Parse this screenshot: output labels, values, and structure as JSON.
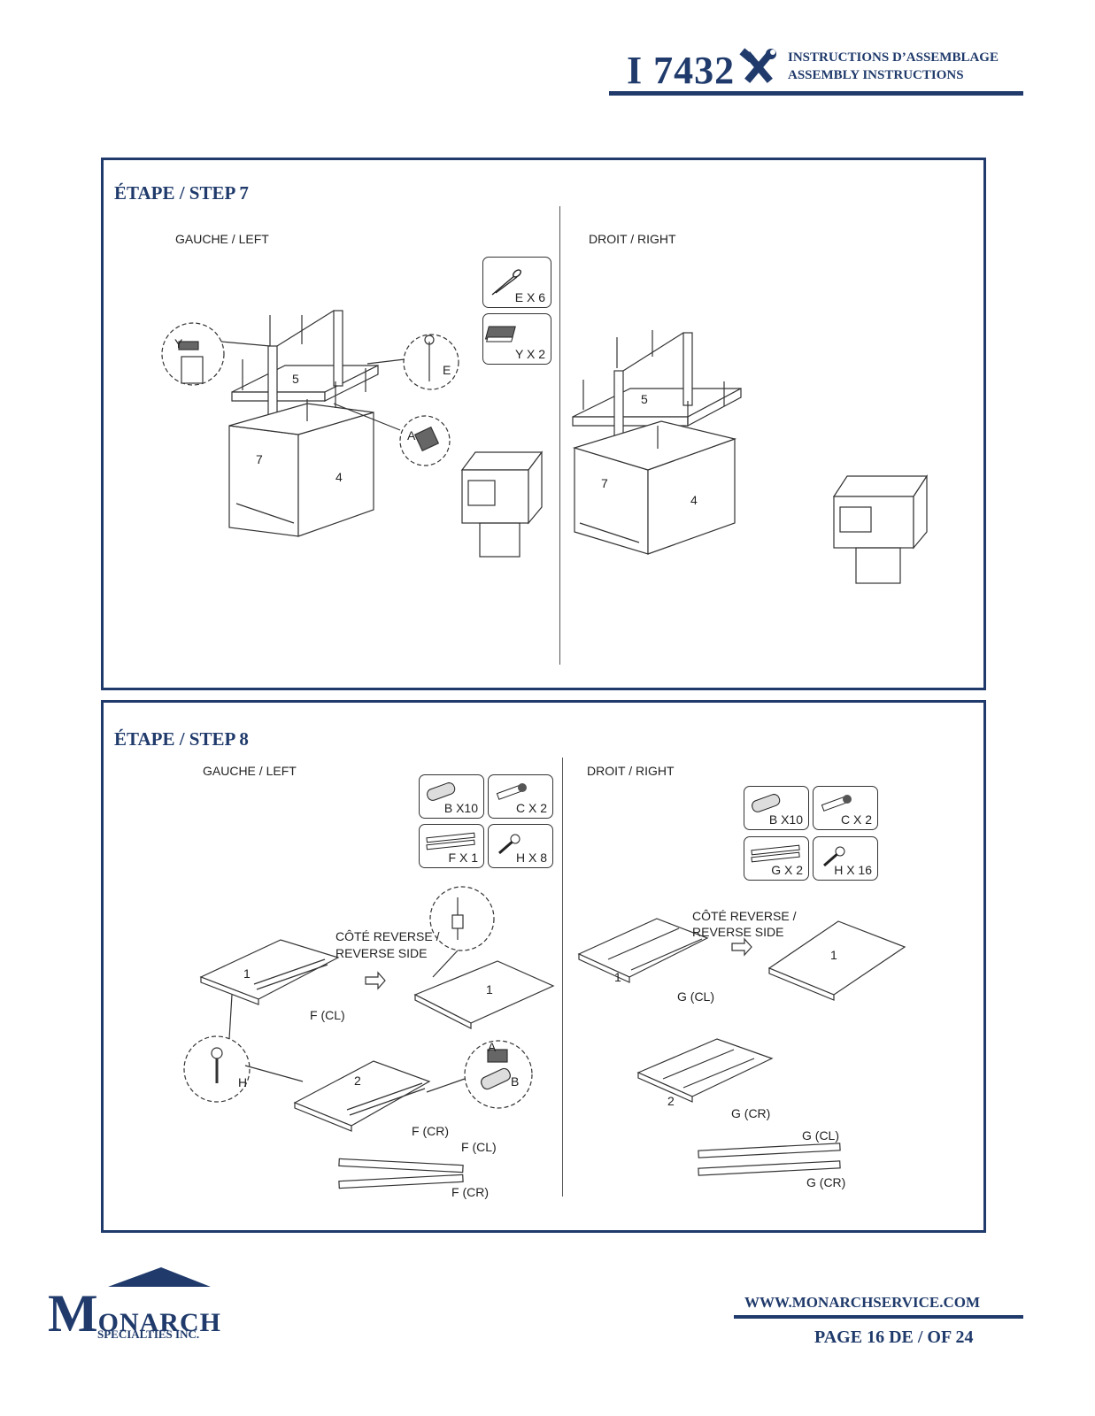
{
  "header": {
    "code": "I 7432",
    "title_fr": "INSTRUCTIONS D’ASSEMBLAGE",
    "title_en": "ASSEMBLY INSTRUCTIONS",
    "icon": "tools-icon",
    "color": "#1f3a6b"
  },
  "step7": {
    "title": "ÉTAPE / STEP 7",
    "left_label": "GAUCHE / LEFT",
    "right_label": "DROIT / RIGHT",
    "parts": [
      {
        "label": "E X 6",
        "icon": "screw-icon"
      },
      {
        "label": "Y X 2",
        "icon": "cap-icon"
      }
    ],
    "callouts": {
      "y": "Y",
      "e": "E",
      "a": "A",
      "left_5": "5",
      "left_7": "7",
      "left_4": "4",
      "right_5": "5",
      "right_7": "7",
      "right_4": "4"
    }
  },
  "step8": {
    "title": "ÉTAPE / STEP 8",
    "left_label": "GAUCHE / LEFT",
    "right_label": "DROIT / RIGHT",
    "left_parts": [
      {
        "label": "B X10",
        "icon": "dowel-icon"
      },
      {
        "label": "C X 2",
        "icon": "cam-bolt-icon"
      },
      {
        "label": "F X 1",
        "icon": "slide-rail-icon"
      },
      {
        "label": "H X 8",
        "icon": "screw-icon"
      }
    ],
    "right_parts": [
      {
        "label": "B X10",
        "icon": "dowel-icon"
      },
      {
        "label": "C X 2",
        "icon": "cam-bolt-icon"
      },
      {
        "label": "G X 2",
        "icon": "slide-rail-icon"
      },
      {
        "label": "H X 16",
        "icon": "screw-icon"
      }
    ],
    "callouts": {
      "reverse_left_1": "CÔTÉ REVERSE /",
      "reverse_left_2": "REVERSE SIDE",
      "reverse_right_1": "CÔTÉ REVERSE /",
      "reverse_right_2": "REVERSE SIDE",
      "left_panel1": "1",
      "left_panel1b": "1",
      "left_panel2": "2",
      "left_fcl": "F (CL)",
      "left_fcr": "F (CR)",
      "left_rail_cl": "F (CL)",
      "left_rail_cr": "F (CR)",
      "h": "H",
      "a": "A",
      "b": "B",
      "right_panel1": "1",
      "right_panel1b": "1",
      "right_panel2": "2",
      "right_gcl": "G (CL)",
      "right_gcr": "G (CR)",
      "right_rail_cl": "G (CL)",
      "right_rail_cr": "G (CR)"
    }
  },
  "footer": {
    "logo_initial": "M",
    "logo_rest": "ONARCH",
    "logo_sub": "SPECIALTIES INC.",
    "website": "WWW.MONARCHSERVICE.COM",
    "page": "PAGE  16  DE / OF  24"
  }
}
